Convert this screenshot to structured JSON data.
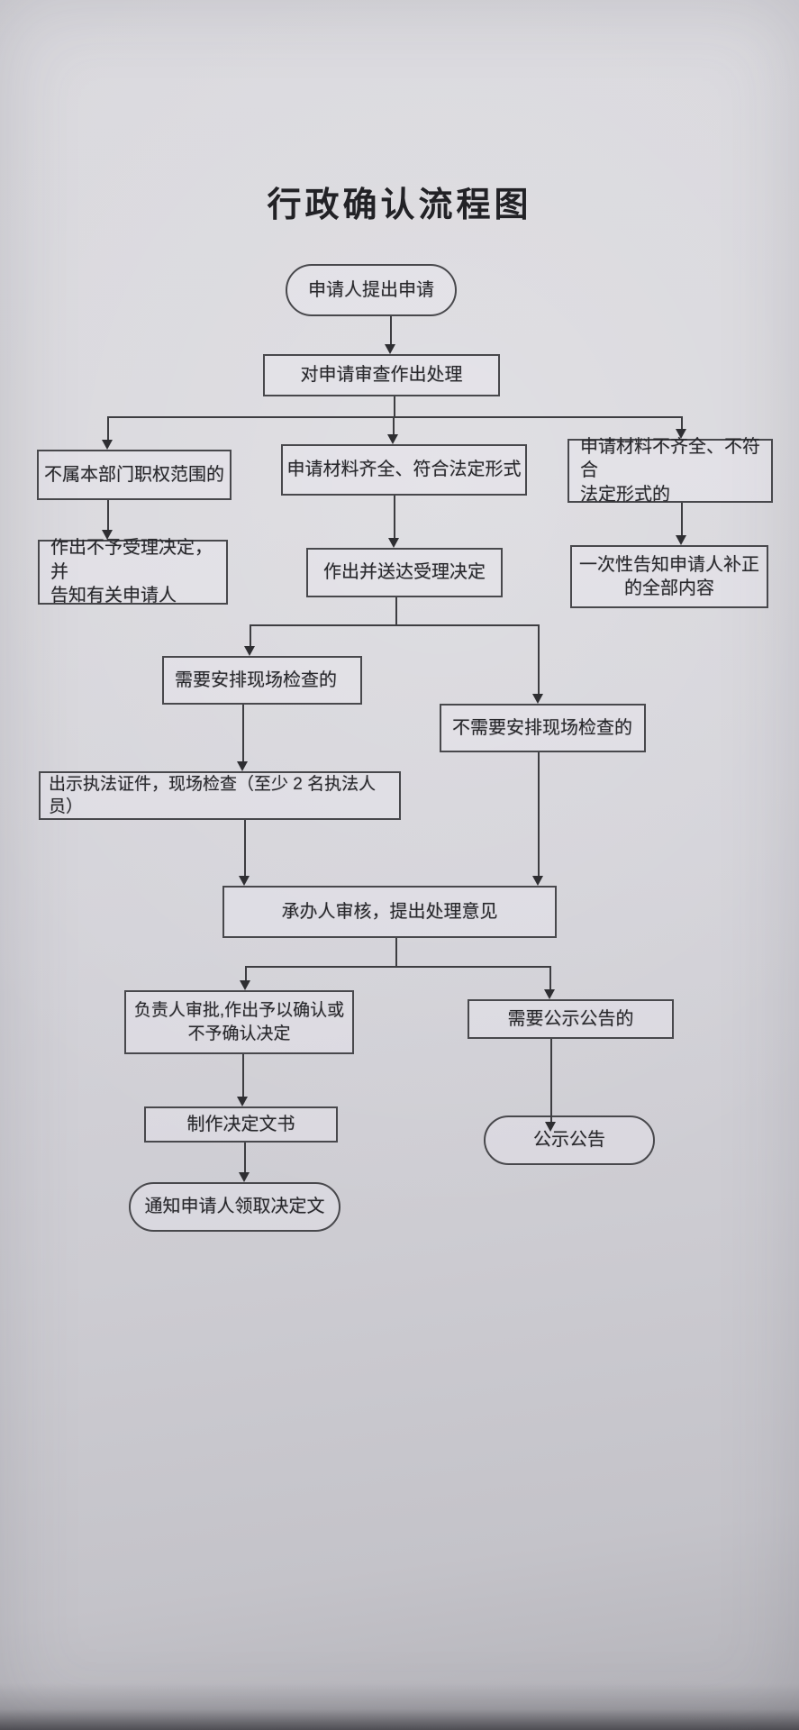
{
  "title": "行政确认流程图",
  "nodes": {
    "start": {
      "label": "申请人提出申请",
      "shape": "oval"
    },
    "review": {
      "label": "对申请审查作出处理",
      "shape": "rect"
    },
    "out_of_scope": {
      "label": "不属本部门职权范围的",
      "shape": "rect"
    },
    "materials_complete": {
      "label": "申请材料齐全、符合法定形式",
      "shape": "rect"
    },
    "materials_incomplete": {
      "label": "申请材料不齐全、不符合\n法定形式的",
      "shape": "rect"
    },
    "reject": {
      "label": "作出不予受理决定，并\n告知有关申请人",
      "shape": "rect"
    },
    "accept": {
      "label": "作出并送达受理决定",
      "shape": "rect"
    },
    "inform_correction": {
      "label": "一次性告知申请人补正\n的全部内容",
      "shape": "rect"
    },
    "need_inspection": {
      "label": "需要安排现场检查的",
      "shape": "rect"
    },
    "no_inspection": {
      "label": "不需要安排现场检查的",
      "shape": "rect"
    },
    "show_credentials": {
      "label": "出示执法证件，现场检查（至少 2 名执法人员）",
      "shape": "rect"
    },
    "undertaker_review": {
      "label": "承办人审核，提出处理意见",
      "shape": "rect"
    },
    "leader_approval": {
      "label": "负责人审批,作出予以确认或\n不予确认决定",
      "shape": "rect"
    },
    "need_publicity": {
      "label": "需要公示公告的",
      "shape": "rect"
    },
    "make_document": {
      "label": "制作决定文书",
      "shape": "rect"
    },
    "publicity": {
      "label": "公示公告",
      "shape": "oval"
    },
    "notify_applicant": {
      "label": "通知申请人领取决定文",
      "shape": "oval"
    }
  },
  "edges": [
    {
      "from": "start",
      "to": "review"
    },
    {
      "from": "review",
      "to": "out_of_scope"
    },
    {
      "from": "review",
      "to": "materials_complete"
    },
    {
      "from": "review",
      "to": "materials_incomplete"
    },
    {
      "from": "out_of_scope",
      "to": "reject"
    },
    {
      "from": "materials_complete",
      "to": "accept"
    },
    {
      "from": "materials_incomplete",
      "to": "inform_correction"
    },
    {
      "from": "accept",
      "to": "need_inspection"
    },
    {
      "from": "accept",
      "to": "no_inspection"
    },
    {
      "from": "need_inspection",
      "to": "show_credentials"
    },
    {
      "from": "show_credentials",
      "to": "undertaker_review"
    },
    {
      "from": "no_inspection",
      "to": "undertaker_review"
    },
    {
      "from": "undertaker_review",
      "to": "leader_approval"
    },
    {
      "from": "undertaker_review",
      "to": "need_publicity"
    },
    {
      "from": "leader_approval",
      "to": "make_document"
    },
    {
      "from": "make_document",
      "to": "notify_applicant"
    },
    {
      "from": "need_publicity",
      "to": "publicity"
    }
  ],
  "colors": {
    "paper": "#d6d5da",
    "line": "#3d3d41",
    "text": "#28282c"
  }
}
